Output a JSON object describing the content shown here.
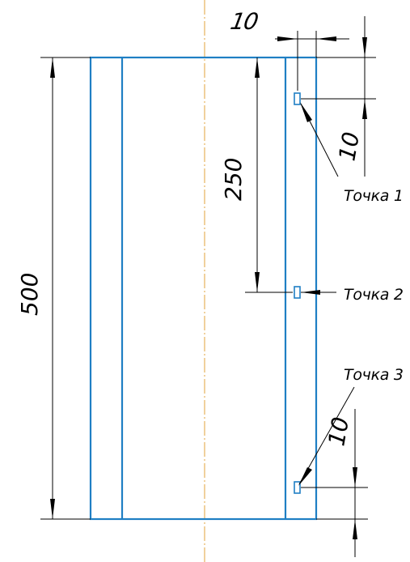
{
  "dimensions": {
    "top_offset": "10",
    "point1_offset": "10",
    "half_height": "250",
    "total_height": "500",
    "bottom_offset": "10"
  },
  "points": {
    "point1": "Точка 1",
    "point2": "Точка 2",
    "point3": "Точка 3"
  },
  "colors": {
    "part_outline": "#1f7fc4",
    "center_line": "#e0a33b",
    "dimension_lines": "#000000"
  }
}
